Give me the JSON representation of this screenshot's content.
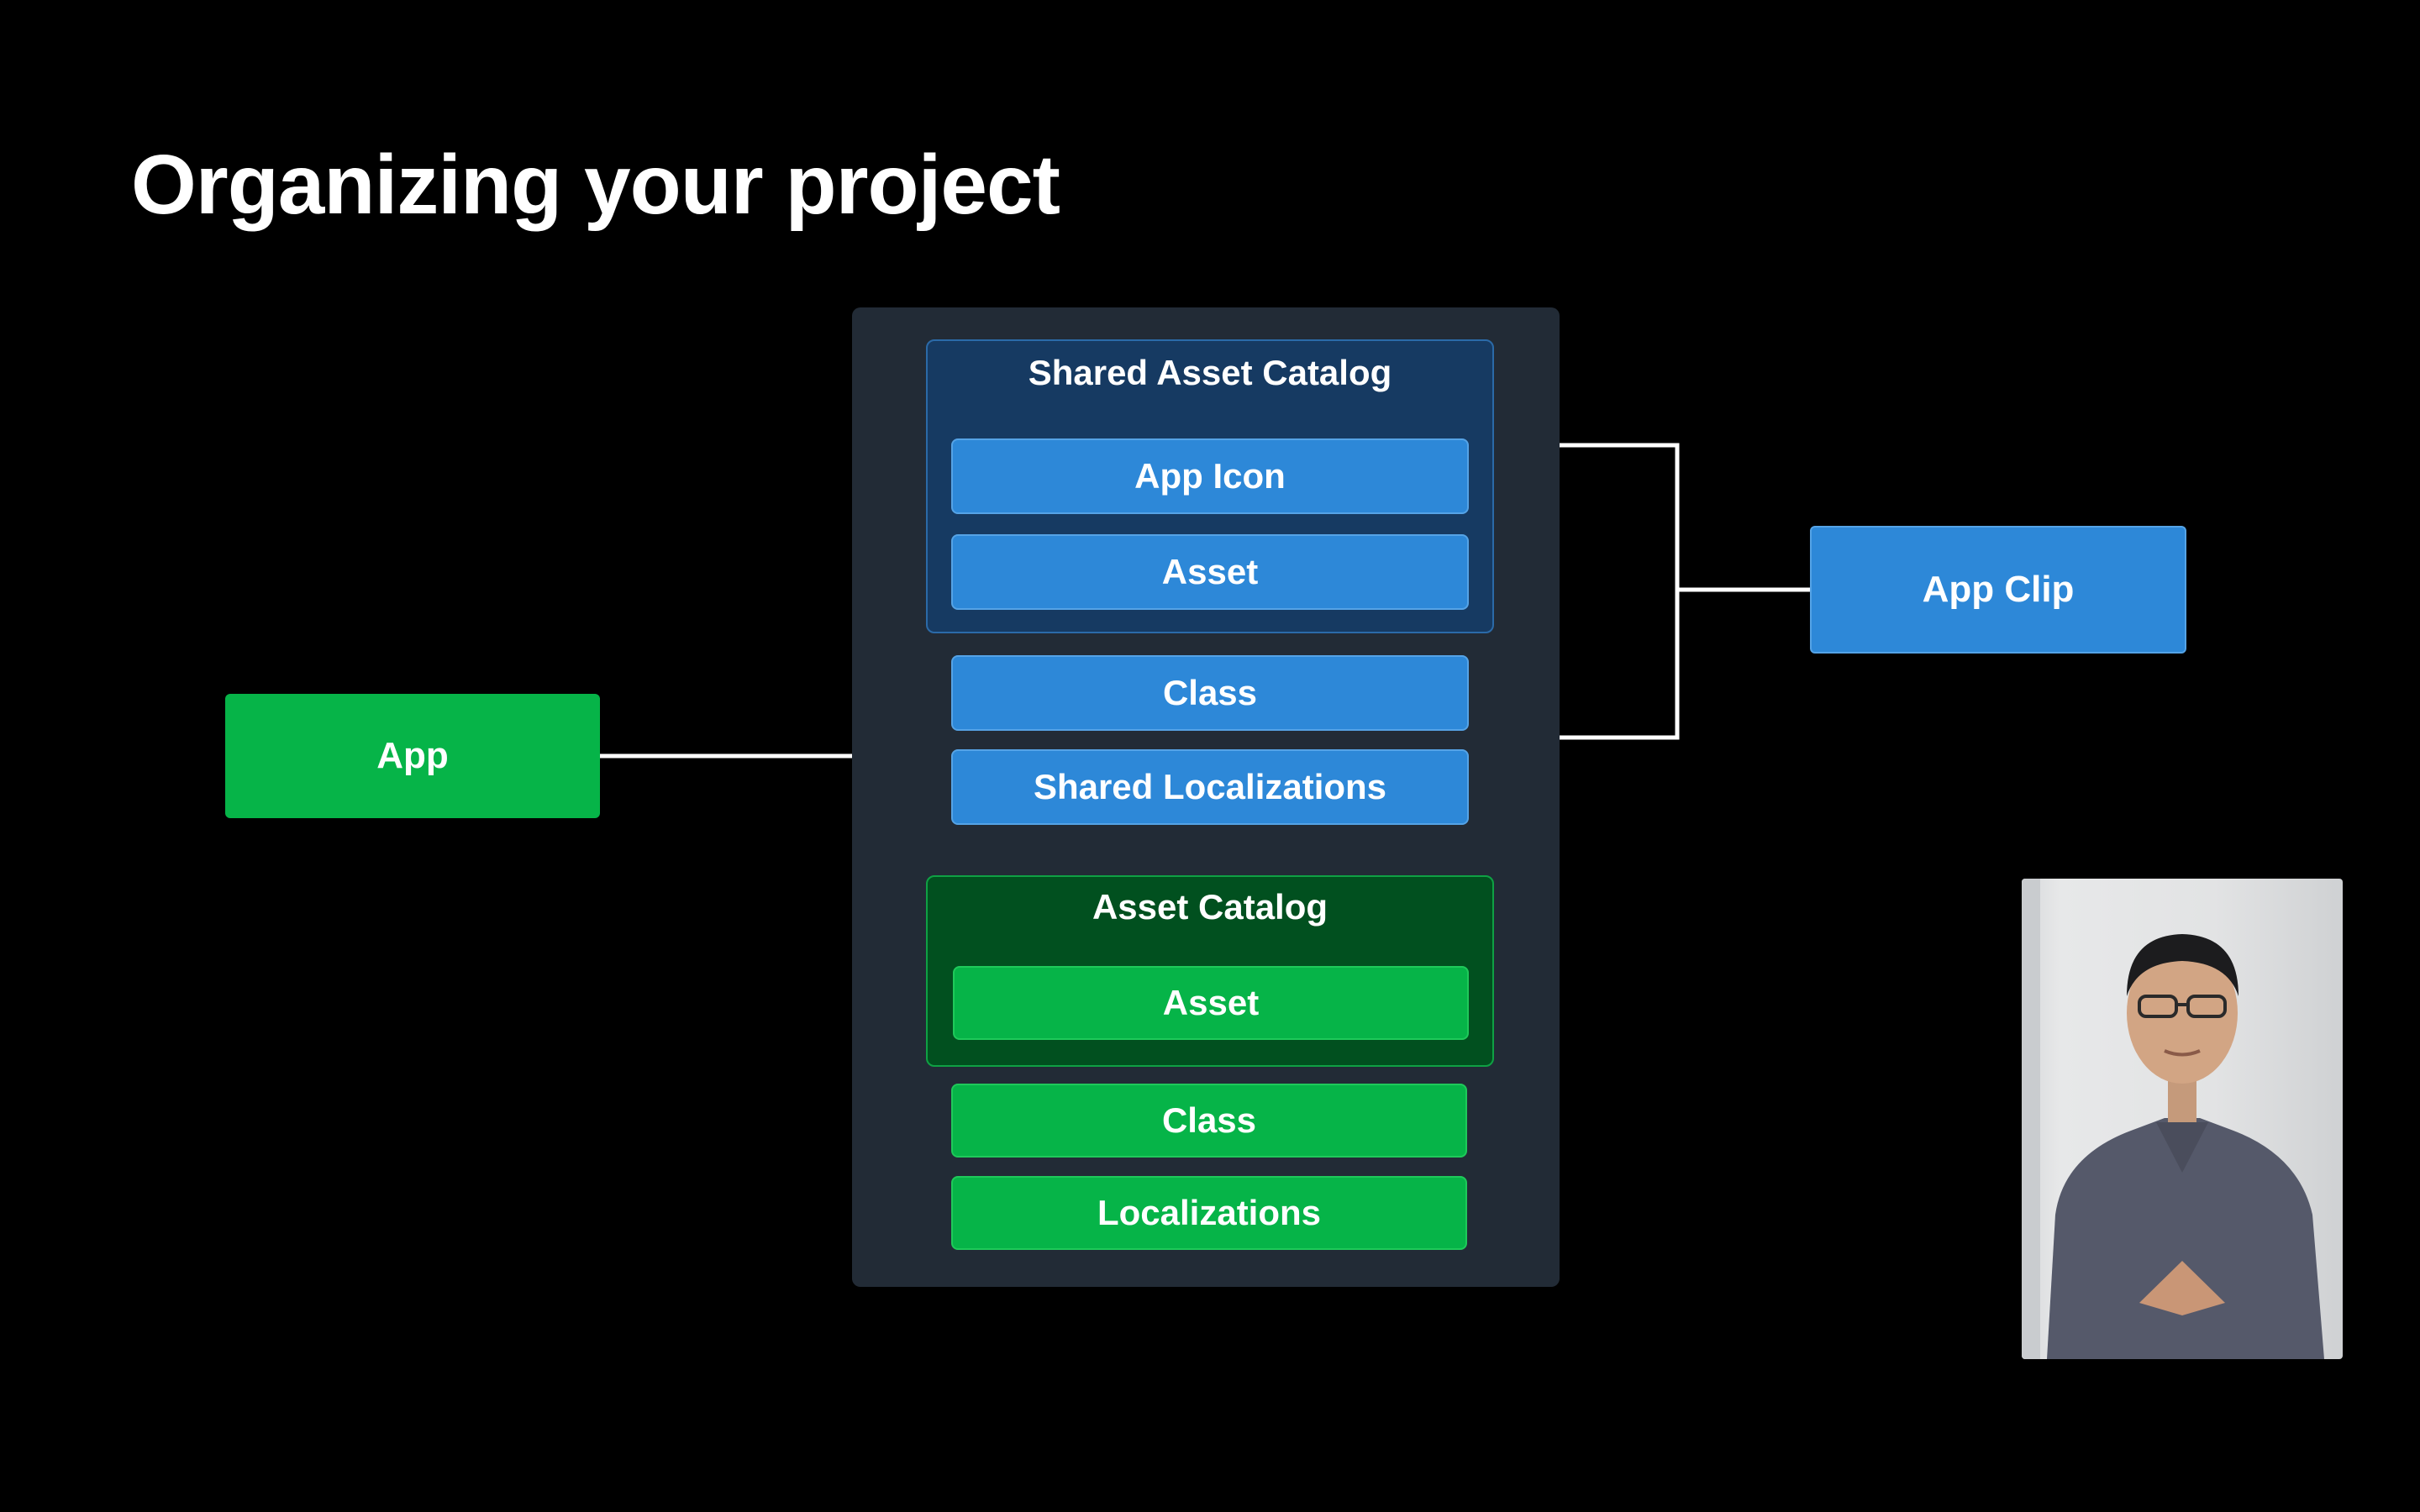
{
  "slide": {
    "title": "Organizing your project"
  },
  "nodes": {
    "app": "App",
    "app_clip": "App Clip"
  },
  "shared_catalog": {
    "title": "Shared Asset Catalog",
    "items": [
      "App Icon",
      "Asset"
    ]
  },
  "shared_items": [
    "Class",
    "Shared Localizations"
  ],
  "app_catalog": {
    "title": "Asset Catalog",
    "items": [
      "Asset"
    ]
  },
  "app_items": [
    "Class",
    "Localizations"
  ],
  "colors": {
    "background": "#000000",
    "panel": "#222b36",
    "shared_blue": "#2d88d8",
    "app_green": "#06b448",
    "connector": "#ffffff"
  }
}
